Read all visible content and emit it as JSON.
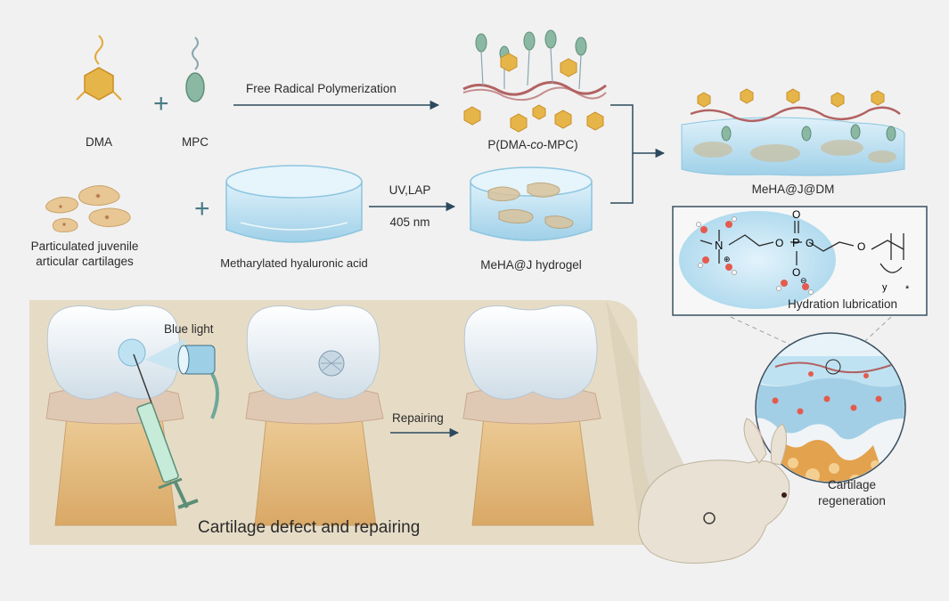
{
  "labels": {
    "dma": "DMA",
    "mpc": "MPC",
    "plus": "+",
    "free_radical": "Free Radical Polymerization",
    "copolymer_pre": "P(DMA-",
    "copolymer_co": "co",
    "copolymer_post": "-MPC)",
    "cartilage_particles_line1": "Particulated juvenile",
    "cartilage_particles_line2": "articular cartilages",
    "meha": "Metharylated hyaluronic acid",
    "uv_lap": "UV,LAP",
    "wavelength": "405 nm",
    "meha_j": "MeHA@J hydrogel",
    "meha_j_dm": "MeHA@J@DM",
    "hydration": "Hydration lubrication",
    "blue_light": "Blue light",
    "repairing": "Repairing",
    "defect_repairing": "Cartilage defect and repairing",
    "regeneration_line1": "Cartilage",
    "regeneration_line2": "regeneration",
    "chem_n": "N",
    "chem_p": "P",
    "chem_o1": "O",
    "chem_o2": "O",
    "chem_o3": "O",
    "chem_o4": "O",
    "chem_o5": "O",
    "chem_plus": "⊕",
    "chem_minus": "⊖",
    "chem_y": "y",
    "chem_star": "*"
  },
  "colors": {
    "background": "#f1f1f1",
    "panel": "#e6dcc6",
    "hydrogel": "#bfe2f2",
    "cartilage": "#d9b98a",
    "arrow": "#2c4a5e",
    "dma_hex": "#e6b54a",
    "mpc_bead": "#8ab8a3",
    "bone": "#e3bf84"
  }
}
